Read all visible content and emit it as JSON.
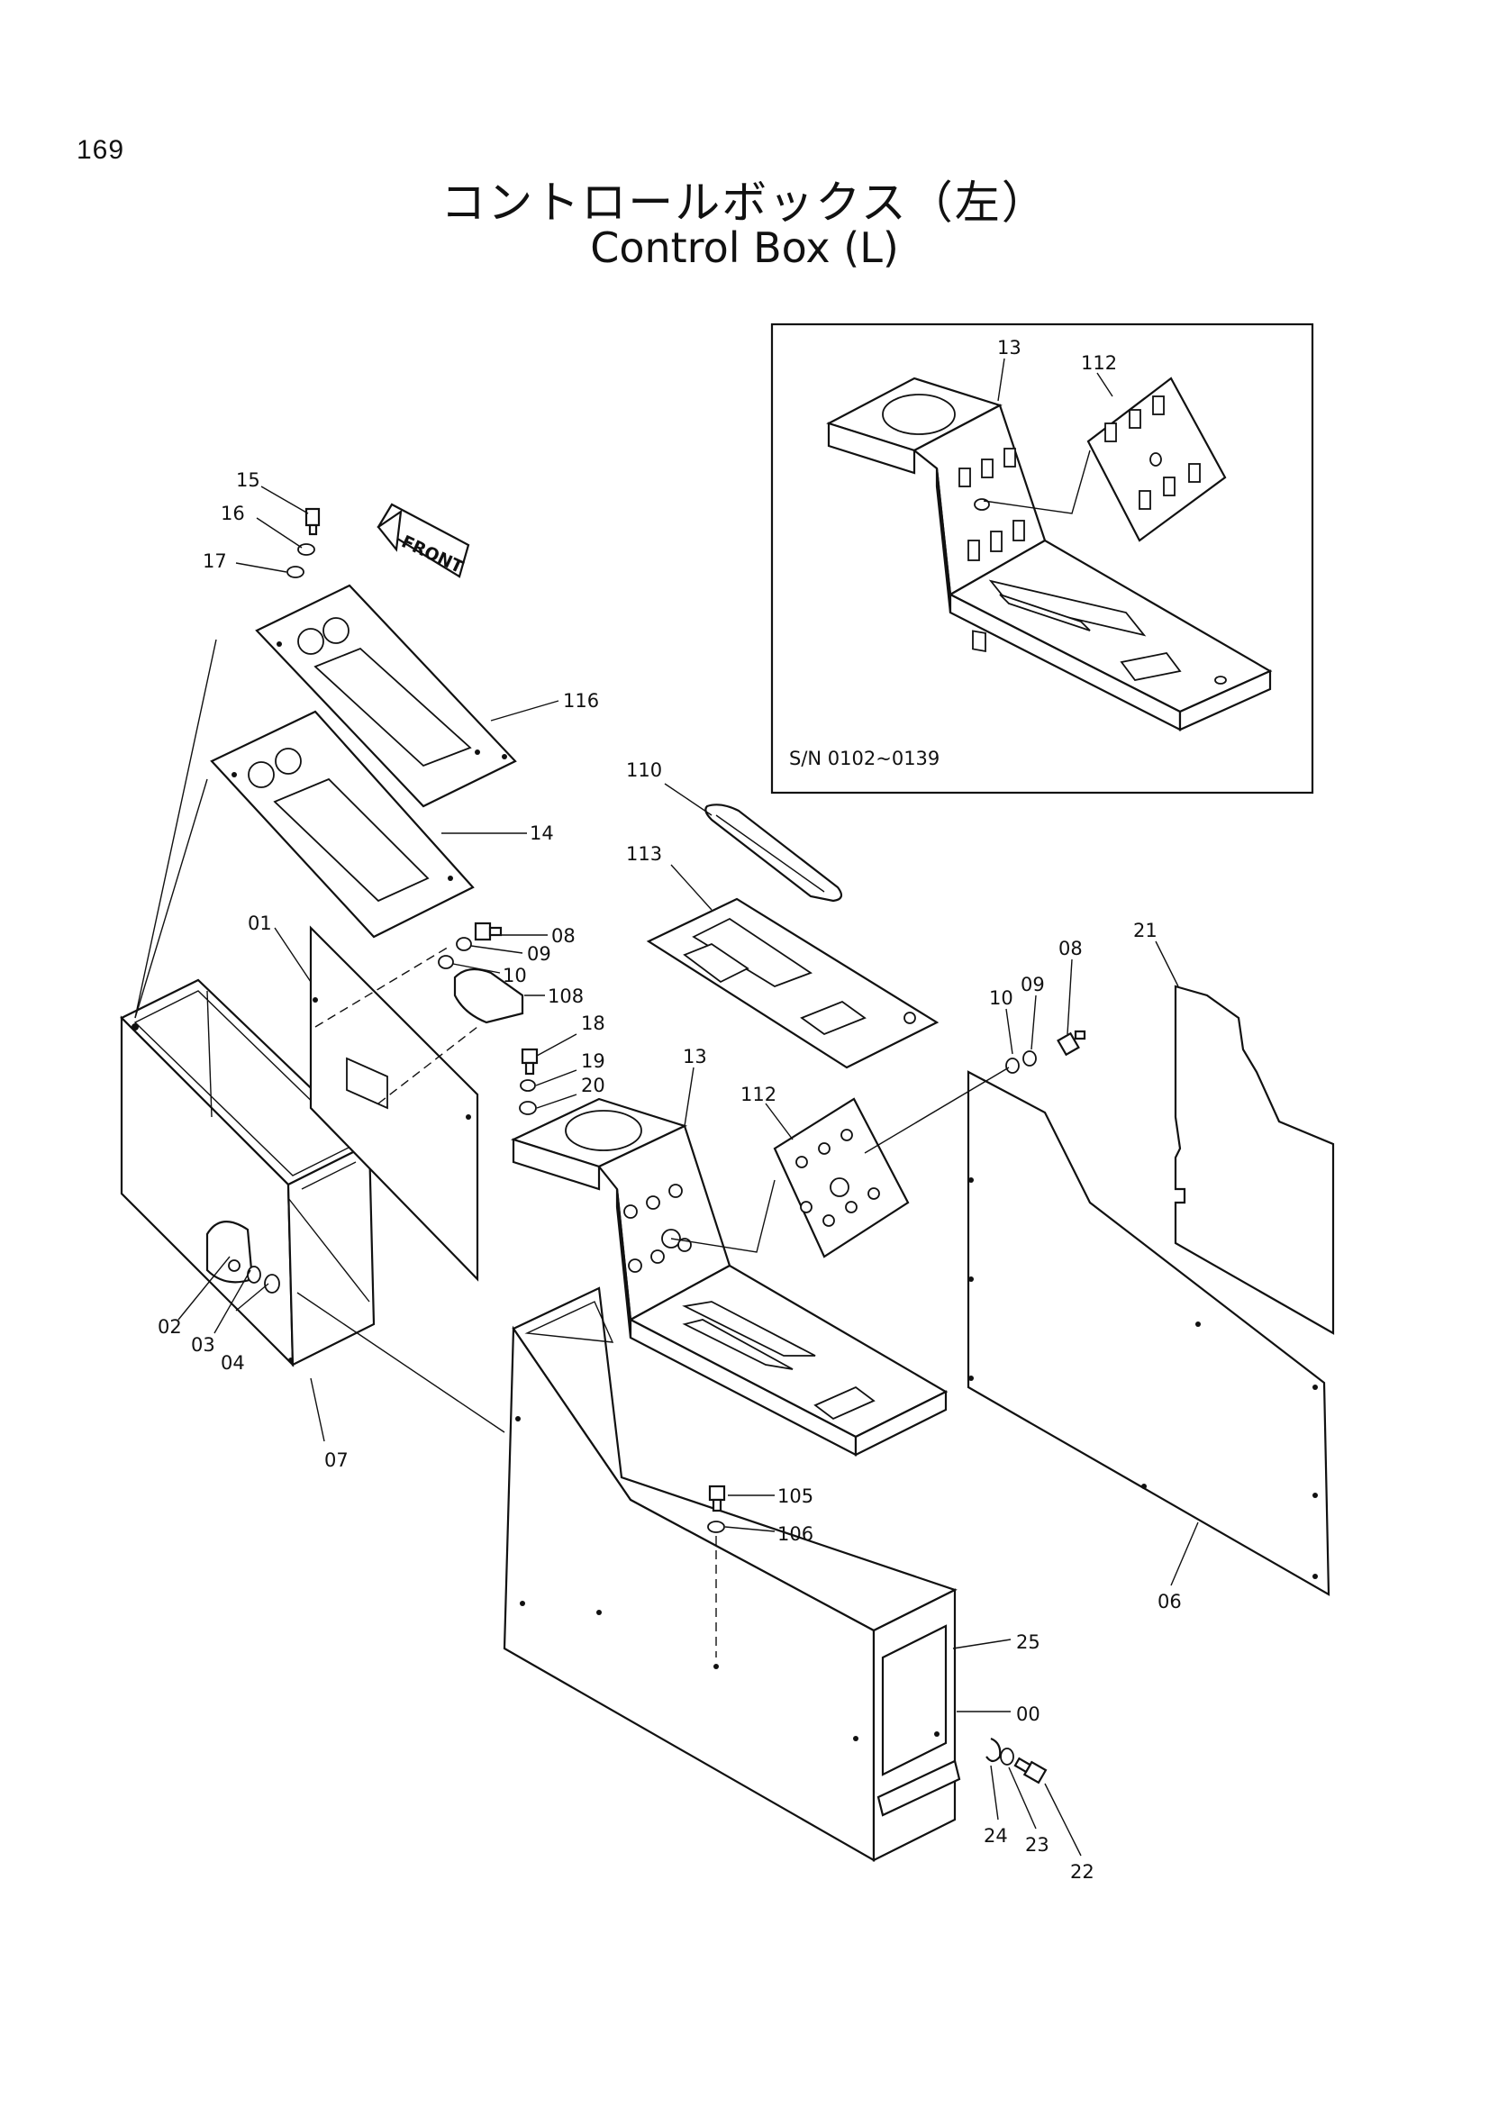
{
  "page_number": "169",
  "title_jp": "コントロールボックス（左）",
  "title_en": "Control Box (L)",
  "front_arrow_label": "FRONT",
  "inset": {
    "serial_label": "S/N 0102~0139",
    "part_13": "13",
    "part_112": "112"
  },
  "callouts": {
    "c15": "15",
    "c16": "16",
    "c17": "17",
    "c116": "116",
    "c14": "14",
    "c110": "110",
    "c113": "113",
    "c01": "01",
    "c08a": "08",
    "c09a": "09",
    "c10a": "10",
    "c108": "108",
    "c18": "18",
    "c19": "19",
    "c20": "20",
    "c13": "13",
    "c112": "112",
    "c10b": "10",
    "c09b": "09",
    "c08b": "08",
    "c21": "21",
    "c02": "02",
    "c03": "03",
    "c04": "04",
    "c07": "07",
    "c105": "105",
    "c106": "106",
    "c06": "06",
    "c25": "25",
    "c00": "00",
    "c24": "24",
    "c23": "23",
    "c22": "22"
  }
}
